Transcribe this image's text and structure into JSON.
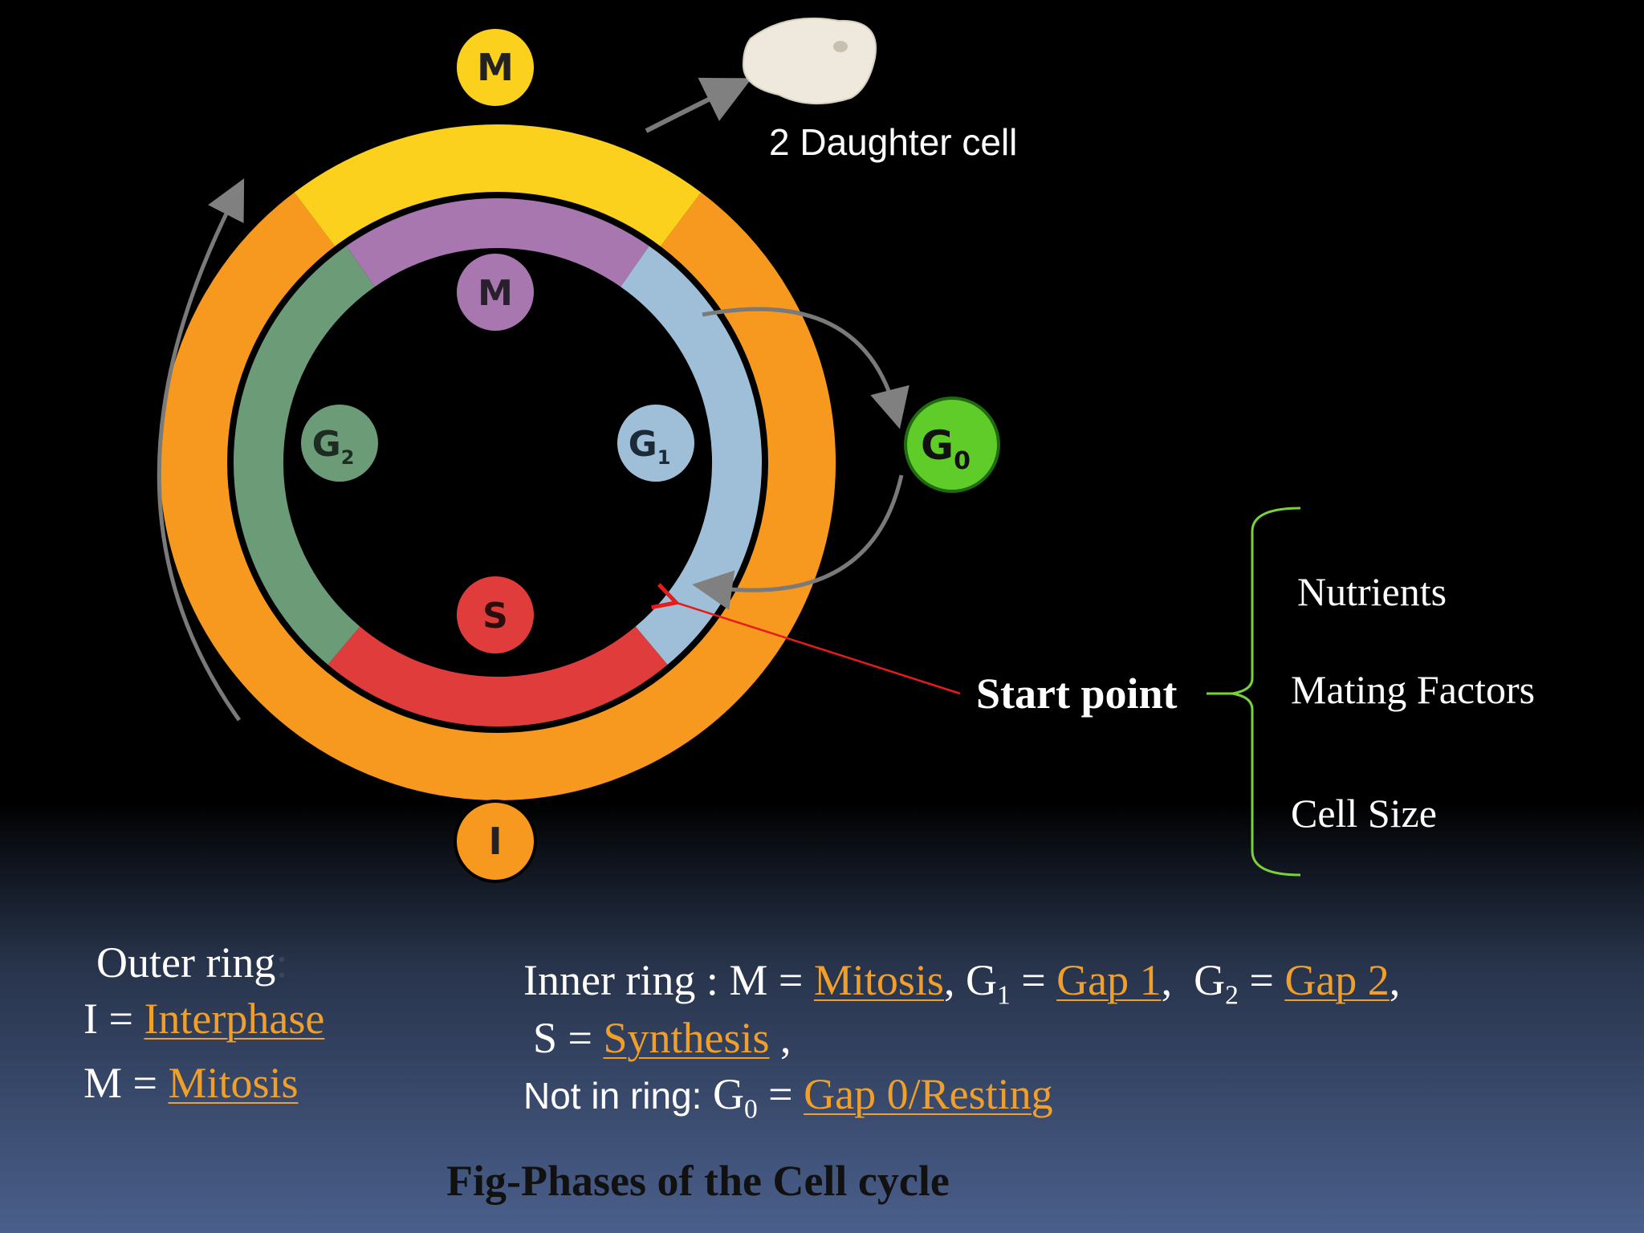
{
  "colors": {
    "mitosis_outer": "#fbd11e",
    "interphase_outer": "#f7981f",
    "mitosis_inner": "#a877b0",
    "g1_inner": "#9fbfd9",
    "s_inner": "#e13c3c",
    "g2_inner": "#6c9b78",
    "g0": "#5fcc2a",
    "link": "#f0a02a",
    "brace": "#7ad23a",
    "start_arrow": "#e51c1c"
  },
  "cycle": {
    "outer_badge_m": "M",
    "outer_badge_i": "I",
    "inner_m": "M",
    "inner_g1": "G",
    "inner_g1_sub": "1",
    "inner_g2": "G",
    "inner_g2_sub": "2",
    "inner_s": "S",
    "g0": "G",
    "g0_sub": "0"
  },
  "daughter_cell_label": "2 Daughter cell",
  "start_point_label": "Start point",
  "factors": [
    "Nutrients",
    "Mating Factors",
    "Cell Size"
  ],
  "legend": {
    "outer_title": "Outer ring",
    "outer_colon": ":",
    "outer_i_prefix": "I =",
    "outer_i_link": "Interphase",
    "outer_m_prefix": "M =",
    "outer_m_link": "Mitosis",
    "inner_prefix": "Inner ring : M =",
    "inner_m_link": "Mitosis",
    "inner_g1_label": "G",
    "inner_g1_sub": "1",
    "inner_g1_link": "Gap 1",
    "inner_g2_label": "G",
    "inner_g2_sub": "2",
    "inner_g2_link": "Gap 2",
    "inner_s_prefix": "S =",
    "inner_s_link": "Synthesis",
    "notring_prefix": "Not in ring:",
    "notring_g0_label": "G",
    "notring_g0_sub": "0",
    "notring_g0_link": "Gap 0/Resting"
  },
  "caption": "Fig-Phases of the Cell cycle"
}
